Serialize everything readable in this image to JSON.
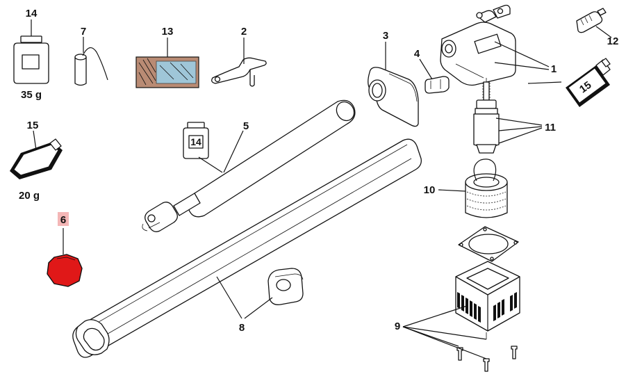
{
  "callouts": {
    "c1": "1",
    "c2": "2",
    "c3": "3",
    "c4": "4",
    "c5": "5",
    "c6": "6",
    "c7": "7",
    "c8": "8",
    "c9": "9",
    "c10": "10",
    "c11": "11",
    "c12": "12",
    "c13": "13",
    "c14": "14",
    "c14_jar": "14",
    "c15_left": "15",
    "c15_right": "15"
  },
  "weights": {
    "grease_jar": "35 g",
    "grease_tube": "20 g"
  },
  "highlight": {
    "part": "6",
    "color": "#e01818",
    "label_bg": "#f4b6b6"
  }
}
